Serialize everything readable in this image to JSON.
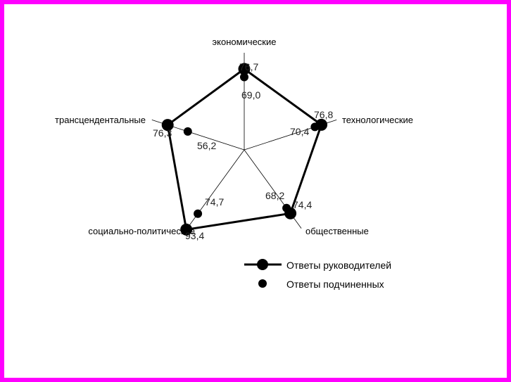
{
  "chart_data": {
    "type": "radar",
    "categories": [
      "экономические",
      "технологические",
      "общественные",
      "социально-политические",
      "трансцендентальные"
    ],
    "series": [
      {
        "name": "Ответы руководителей",
        "values": [
          76.7,
          76.8,
          74.4,
          93.4,
          76.3
        ],
        "value_labels": [
          "76,7",
          "76,8",
          "74,4",
          "93,4",
          "76,3"
        ],
        "line": true,
        "color": "#000000"
      },
      {
        "name": "Ответы подчиненных",
        "values": [
          69.0,
          70.4,
          68.2,
          74.7,
          56.2
        ],
        "value_labels": [
          "69,0",
          "70,4",
          "68,2",
          "74,7",
          "56,2"
        ],
        "line": false,
        "color": "#000000"
      }
    ],
    "rmax": 100,
    "grid": false,
    "legend_position": "bottom-right"
  },
  "legend": {
    "leaders": "Ответы руководителей",
    "subordinates": "Ответы подчиненных"
  },
  "colors": {
    "frame": "#ff00ff",
    "background": "#ffffff",
    "ink": "#000000"
  }
}
